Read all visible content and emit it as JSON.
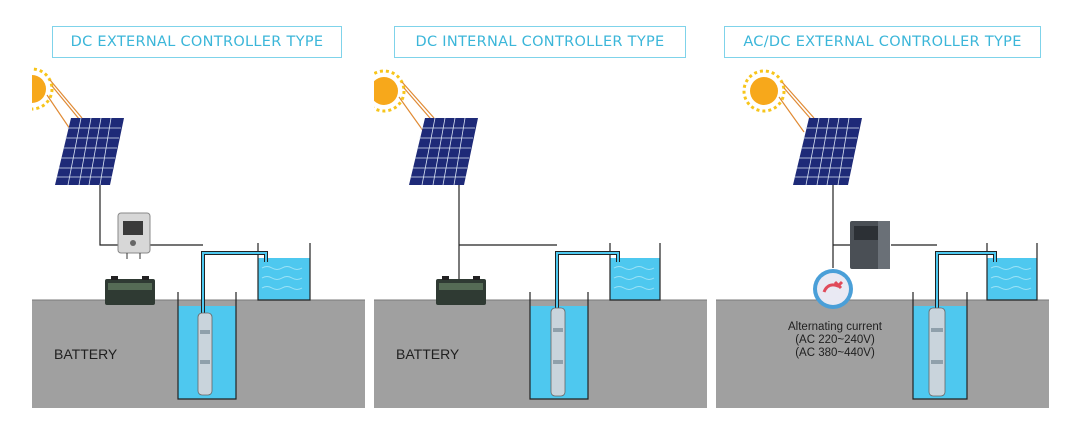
{
  "panels": [
    {
      "title": "DC EXTERNAL CONTROLLER TYPE",
      "ground_label": "BATTERY",
      "icons": [
        "sun-icon",
        "solar-panel-icon",
        "controller-box-icon",
        "battery-icon",
        "water-tank-icon",
        "submersible-pump-icon"
      ]
    },
    {
      "title": "DC INTERNAL CONTROLLER TYPE",
      "ground_label": "BATTERY",
      "icons": [
        "sun-icon",
        "solar-panel-icon",
        "battery-icon",
        "water-tank-icon",
        "submersible-pump-icon"
      ]
    },
    {
      "title": "AC/DC EXTERNAL CONTROLLER TYPE",
      "ac_label": "Alternating current",
      "ac_range_1": "(AC  220~240V)",
      "ac_range_2": "(AC  380~440V)",
      "icons": [
        "sun-icon",
        "solar-panel-icon",
        "inverter-icon",
        "power-plug-icon",
        "water-tank-icon",
        "submersible-pump-icon"
      ]
    }
  ],
  "colors": {
    "title": "#3bb6d9",
    "ground": "#a0a0a0",
    "water": "#4ec8ef",
    "sun": "#f7a81b",
    "panel": "#1e2a78"
  }
}
